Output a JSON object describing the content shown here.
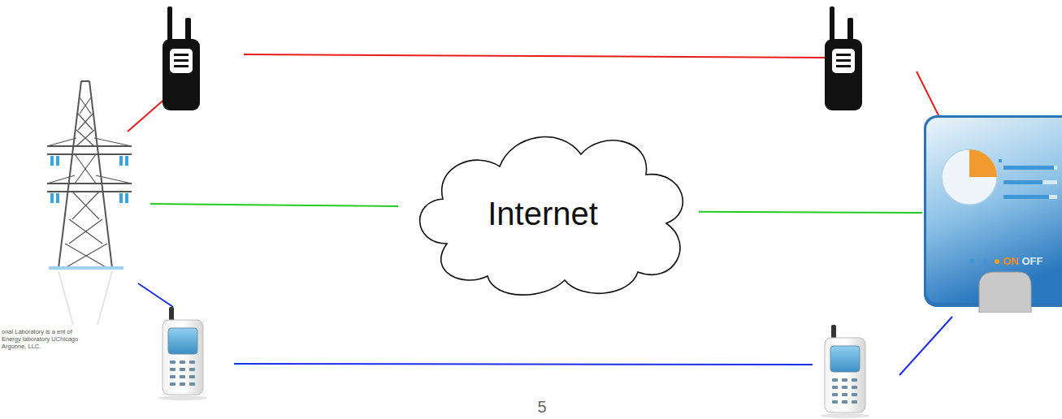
{
  "diagram": {
    "nodes": [
      {
        "text": [
          "Internet"
        ]
      },
      {
        "text": [
          "ON",
          "OFF"
        ]
      }
    ],
    "edges": [
      {
        "from": 0,
        "to": 1,
        "arrow": "none"
      }
    ],
    "labels": [
      "onal Laboratory is a ent of Energy laboratory UChicago Argonne, LLC.",
      "5"
    ]
  }
}
